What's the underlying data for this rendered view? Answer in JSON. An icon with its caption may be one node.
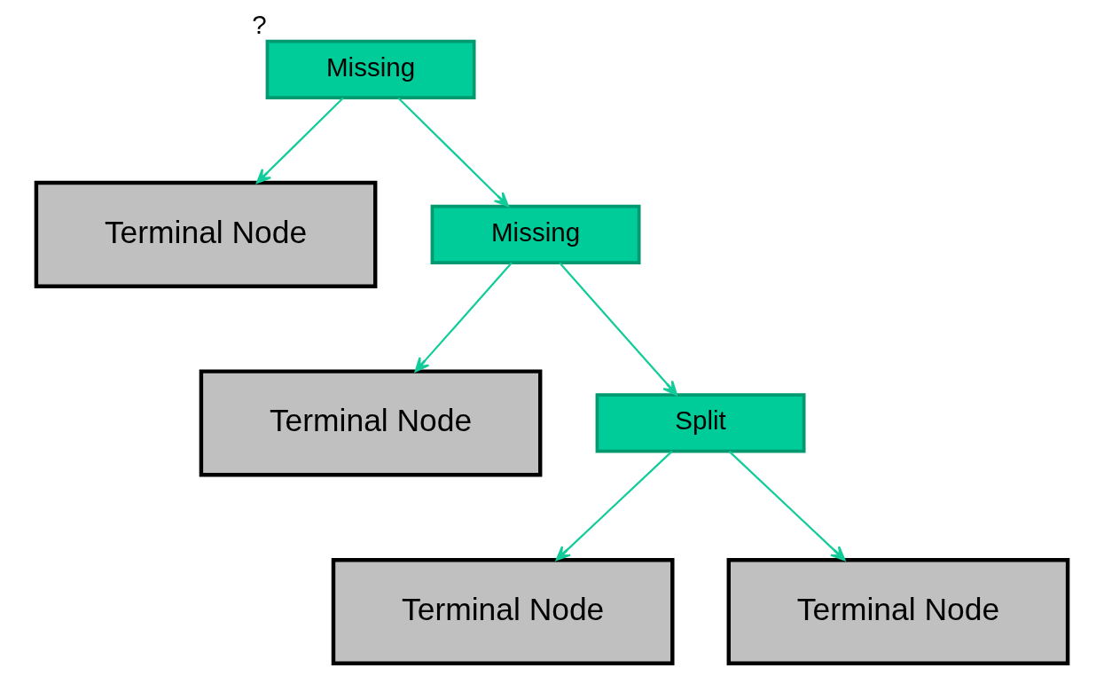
{
  "diagram": {
    "nodes": [
      {
        "text": [
          "Missing"
        ],
        "beside": [
          "?"
        ]
      },
      {
        "text": [
          "Terminal Node"
        ]
      },
      {
        "text": [
          "Missing"
        ]
      },
      {
        "text": [
          "Terminal Node"
        ]
      },
      {
        "text": [
          "Split"
        ]
      },
      {
        "text": [
          "Terminal Node"
        ]
      },
      {
        "text": [
          "Terminal Node"
        ]
      }
    ],
    "edges": [
      {
        "from": 0,
        "to": 1,
        "arrow": "to"
      },
      {
        "from": 0,
        "to": 2,
        "arrow": "to"
      },
      {
        "from": 2,
        "to": 3,
        "arrow": "to"
      },
      {
        "from": 2,
        "to": 4,
        "arrow": "to"
      },
      {
        "from": 4,
        "to": 5,
        "arrow": "to"
      },
      {
        "from": 4,
        "to": 6,
        "arrow": "to"
      }
    ]
  }
}
